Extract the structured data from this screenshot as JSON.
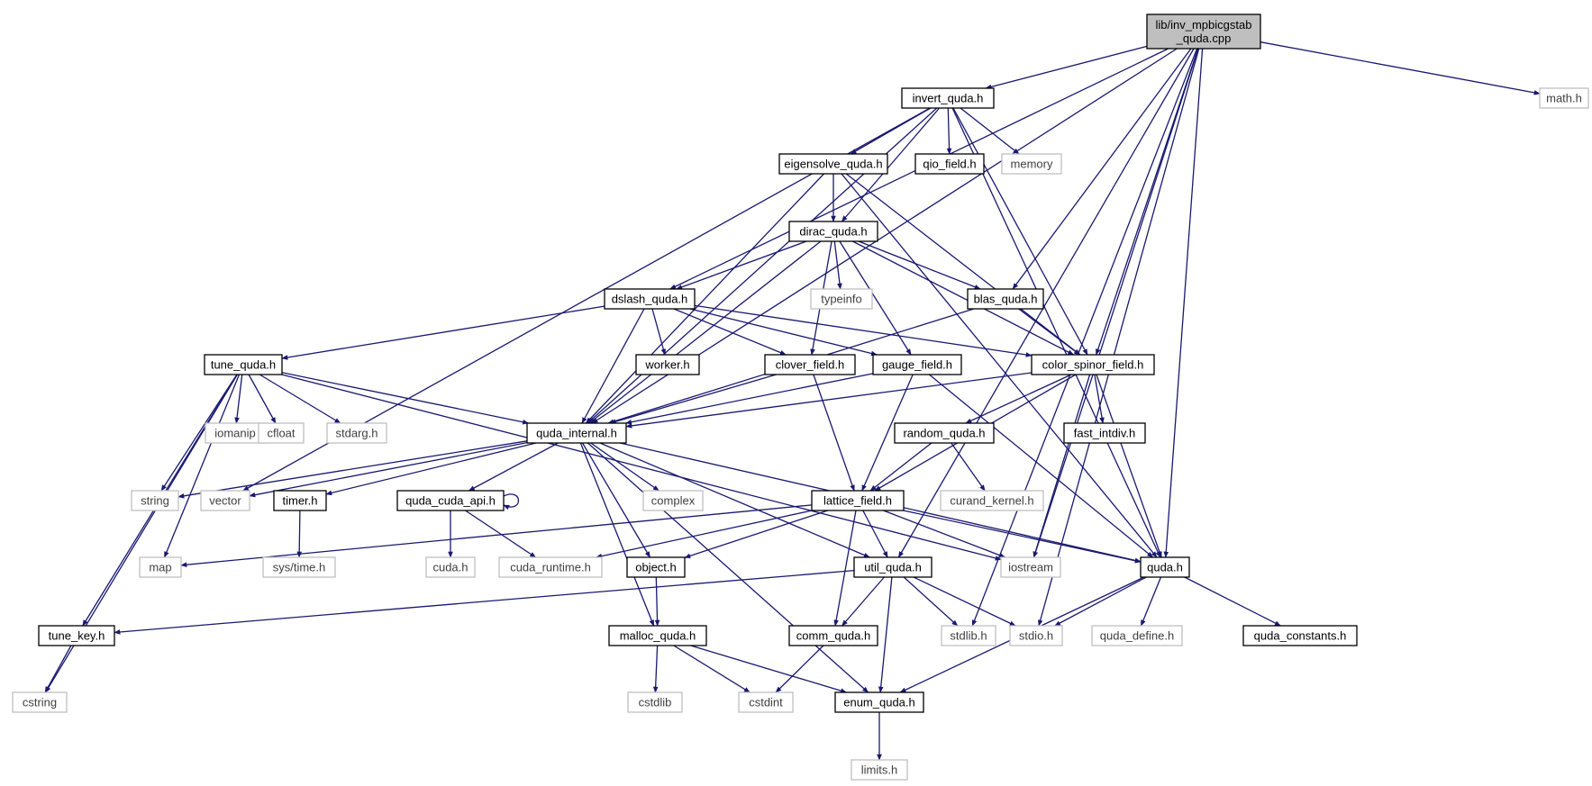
{
  "colors": {
    "edge": "#191970",
    "local_border": "#000000",
    "system_border": "#bfbfbf",
    "root_fill": "#bfbfbf"
  },
  "nodes": [
    {
      "id": "root",
      "label": [
        "lib/inv_mpbicgstab",
        "_quda.cpp"
      ],
      "kind": "root"
    },
    {
      "id": "invert_quda",
      "label": [
        "invert_quda.h"
      ],
      "kind": "local"
    },
    {
      "id": "math",
      "label": [
        "math.h"
      ],
      "kind": "system"
    },
    {
      "id": "eigensolve_quda",
      "label": [
        "eigensolve_quda.h"
      ],
      "kind": "local"
    },
    {
      "id": "qio_field",
      "label": [
        "qio_field.h"
      ],
      "kind": "local"
    },
    {
      "id": "memory",
      "label": [
        "memory"
      ],
      "kind": "system"
    },
    {
      "id": "dirac_quda",
      "label": [
        "dirac_quda.h"
      ],
      "kind": "local"
    },
    {
      "id": "dslash_quda",
      "label": [
        "dslash_quda.h"
      ],
      "kind": "local"
    },
    {
      "id": "typeinfo",
      "label": [
        "typeinfo"
      ],
      "kind": "system"
    },
    {
      "id": "blas_quda",
      "label": [
        "blas_quda.h"
      ],
      "kind": "local"
    },
    {
      "id": "tune_quda",
      "label": [
        "tune_quda.h"
      ],
      "kind": "local"
    },
    {
      "id": "worker",
      "label": [
        "worker.h"
      ],
      "kind": "local"
    },
    {
      "id": "clover_field",
      "label": [
        "clover_field.h"
      ],
      "kind": "local"
    },
    {
      "id": "gauge_field",
      "label": [
        "gauge_field.h"
      ],
      "kind": "local"
    },
    {
      "id": "color_spinor_field",
      "label": [
        "color_spinor_field.h"
      ],
      "kind": "local"
    },
    {
      "id": "iomanip",
      "label": [
        "iomanip"
      ],
      "kind": "system"
    },
    {
      "id": "cfloat",
      "label": [
        "cfloat"
      ],
      "kind": "system"
    },
    {
      "id": "stdarg",
      "label": [
        "stdarg.h"
      ],
      "kind": "system"
    },
    {
      "id": "quda_internal",
      "label": [
        "quda_internal.h"
      ],
      "kind": "local"
    },
    {
      "id": "random_quda",
      "label": [
        "random_quda.h"
      ],
      "kind": "local"
    },
    {
      "id": "fast_intdiv",
      "label": [
        "fast_intdiv.h"
      ],
      "kind": "local"
    },
    {
      "id": "string",
      "label": [
        "string"
      ],
      "kind": "system"
    },
    {
      "id": "vector",
      "label": [
        "vector"
      ],
      "kind": "system"
    },
    {
      "id": "timer",
      "label": [
        "timer.h"
      ],
      "kind": "local"
    },
    {
      "id": "quda_cuda_api",
      "label": [
        "quda_cuda_api.h"
      ],
      "kind": "local"
    },
    {
      "id": "complex",
      "label": [
        "complex"
      ],
      "kind": "system"
    },
    {
      "id": "lattice_field",
      "label": [
        "lattice_field.h"
      ],
      "kind": "local"
    },
    {
      "id": "curand_kernel",
      "label": [
        "curand_kernel.h"
      ],
      "kind": "system"
    },
    {
      "id": "map",
      "label": [
        "map"
      ],
      "kind": "system"
    },
    {
      "id": "sys_time",
      "label": [
        "sys/time.h"
      ],
      "kind": "system"
    },
    {
      "id": "cuda",
      "label": [
        "cuda.h"
      ],
      "kind": "system"
    },
    {
      "id": "cuda_runtime",
      "label": [
        "cuda_runtime.h"
      ],
      "kind": "system"
    },
    {
      "id": "object",
      "label": [
        "object.h"
      ],
      "kind": "local"
    },
    {
      "id": "util_quda",
      "label": [
        "util_quda.h"
      ],
      "kind": "local"
    },
    {
      "id": "iostream",
      "label": [
        "iostream"
      ],
      "kind": "system"
    },
    {
      "id": "quda",
      "label": [
        "quda.h"
      ],
      "kind": "local"
    },
    {
      "id": "tune_key",
      "label": [
        "tune_key.h"
      ],
      "kind": "local"
    },
    {
      "id": "malloc_quda",
      "label": [
        "malloc_quda.h"
      ],
      "kind": "local"
    },
    {
      "id": "comm_quda",
      "label": [
        "comm_quda.h"
      ],
      "kind": "local"
    },
    {
      "id": "stdlib",
      "label": [
        "stdlib.h"
      ],
      "kind": "system"
    },
    {
      "id": "stdio",
      "label": [
        "stdio.h"
      ],
      "kind": "system"
    },
    {
      "id": "quda_define",
      "label": [
        "quda_define.h"
      ],
      "kind": "system"
    },
    {
      "id": "quda_constants",
      "label": [
        "quda_constants.h"
      ],
      "kind": "local"
    },
    {
      "id": "cstring",
      "label": [
        "cstring"
      ],
      "kind": "system"
    },
    {
      "id": "cstdlib",
      "label": [
        "cstdlib"
      ],
      "kind": "system"
    },
    {
      "id": "cstdint",
      "label": [
        "cstdint"
      ],
      "kind": "system"
    },
    {
      "id": "enum_quda",
      "label": [
        "enum_quda.h"
      ],
      "kind": "local"
    },
    {
      "id": "limits",
      "label": [
        "limits.h"
      ],
      "kind": "system"
    }
  ],
  "edges": [
    [
      "root",
      "invert_quda"
    ],
    [
      "root",
      "math"
    ],
    [
      "root",
      "dslash_quda"
    ],
    [
      "root",
      "blas_quda"
    ],
    [
      "root",
      "color_spinor_field"
    ],
    [
      "root",
      "quda_internal"
    ],
    [
      "root",
      "util_quda"
    ],
    [
      "root",
      "iostream"
    ],
    [
      "root",
      "quda"
    ],
    [
      "root",
      "stdlib"
    ],
    [
      "root",
      "stdio"
    ],
    [
      "invert_quda",
      "eigensolve_quda"
    ],
    [
      "invert_quda",
      "qio_field"
    ],
    [
      "invert_quda",
      "memory"
    ],
    [
      "invert_quda",
      "dirac_quda"
    ],
    [
      "invert_quda",
      "color_spinor_field"
    ],
    [
      "invert_quda",
      "quda_internal"
    ],
    [
      "invert_quda",
      "vector"
    ],
    [
      "invert_quda",
      "quda"
    ],
    [
      "eigensolve_quda",
      "dirac_quda"
    ],
    [
      "eigensolve_quda",
      "quda_internal"
    ],
    [
      "eigensolve_quda",
      "color_spinor_field"
    ],
    [
      "eigensolve_quda",
      "quda"
    ],
    [
      "dirac_quda",
      "dslash_quda"
    ],
    [
      "dirac_quda",
      "typeinfo"
    ],
    [
      "dirac_quda",
      "blas_quda"
    ],
    [
      "dirac_quda",
      "clover_field"
    ],
    [
      "dirac_quda",
      "gauge_field"
    ],
    [
      "dirac_quda",
      "color_spinor_field"
    ],
    [
      "dirac_quda",
      "quda_internal"
    ],
    [
      "dslash_quda",
      "tune_quda"
    ],
    [
      "dslash_quda",
      "worker"
    ],
    [
      "dslash_quda",
      "clover_field"
    ],
    [
      "dslash_quda",
      "gauge_field"
    ],
    [
      "dslash_quda",
      "color_spinor_field"
    ],
    [
      "dslash_quda",
      "quda_internal"
    ],
    [
      "blas_quda",
      "color_spinor_field"
    ],
    [
      "blas_quda",
      "quda_internal"
    ],
    [
      "tune_quda",
      "iomanip"
    ],
    [
      "tune_quda",
      "cfloat"
    ],
    [
      "tune_quda",
      "stdarg"
    ],
    [
      "tune_quda",
      "quda_internal"
    ],
    [
      "tune_quda",
      "string"
    ],
    [
      "tune_quda",
      "map"
    ],
    [
      "tune_quda",
      "iostream"
    ],
    [
      "tune_quda",
      "tune_key"
    ],
    [
      "tune_quda",
      "cstring"
    ],
    [
      "clover_field",
      "quda_internal"
    ],
    [
      "clover_field",
      "lattice_field"
    ],
    [
      "gauge_field",
      "quda_internal"
    ],
    [
      "gauge_field",
      "lattice_field"
    ],
    [
      "gauge_field",
      "quda"
    ],
    [
      "color_spinor_field",
      "quda_internal"
    ],
    [
      "color_spinor_field",
      "random_quda"
    ],
    [
      "color_spinor_field",
      "fast_intdiv"
    ],
    [
      "color_spinor_field",
      "lattice_field"
    ],
    [
      "color_spinor_field",
      "iostream"
    ],
    [
      "color_spinor_field",
      "quda"
    ],
    [
      "quda_internal",
      "string"
    ],
    [
      "quda_internal",
      "vector"
    ],
    [
      "quda_internal",
      "timer"
    ],
    [
      "quda_internal",
      "quda_cuda_api"
    ],
    [
      "quda_internal",
      "complex"
    ],
    [
      "quda_internal",
      "object"
    ],
    [
      "quda_internal",
      "util_quda"
    ],
    [
      "quda_internal",
      "quda"
    ],
    [
      "quda_internal",
      "malloc_quda"
    ],
    [
      "quda_internal",
      "enum_quda"
    ],
    [
      "random_quda",
      "lattice_field"
    ],
    [
      "random_quda",
      "curand_kernel"
    ],
    [
      "timer",
      "sys_time"
    ],
    [
      "quda_cuda_api",
      "quda_cuda_api"
    ],
    [
      "quda_cuda_api",
      "cuda"
    ],
    [
      "quda_cuda_api",
      "cuda_runtime"
    ],
    [
      "lattice_field",
      "map"
    ],
    [
      "lattice_field",
      "cuda_runtime"
    ],
    [
      "lattice_field",
      "object"
    ],
    [
      "lattice_field",
      "util_quda"
    ],
    [
      "lattice_field",
      "iostream"
    ],
    [
      "lattice_field",
      "quda"
    ],
    [
      "lattice_field",
      "comm_quda"
    ],
    [
      "object",
      "malloc_quda"
    ],
    [
      "util_quda",
      "tune_key"
    ],
    [
      "util_quda",
      "comm_quda"
    ],
    [
      "util_quda",
      "stdlib"
    ],
    [
      "util_quda",
      "stdio"
    ],
    [
      "util_quda",
      "enum_quda"
    ],
    [
      "quda",
      "stdio"
    ],
    [
      "quda",
      "quda_define"
    ],
    [
      "quda",
      "quda_constants"
    ],
    [
      "quda",
      "enum_quda"
    ],
    [
      "tune_key",
      "cstring"
    ],
    [
      "malloc_quda",
      "cstdlib"
    ],
    [
      "malloc_quda",
      "cstdint"
    ],
    [
      "malloc_quda",
      "enum_quda"
    ],
    [
      "comm_quda",
      "cstdint"
    ],
    [
      "enum_quda",
      "limits"
    ]
  ]
}
